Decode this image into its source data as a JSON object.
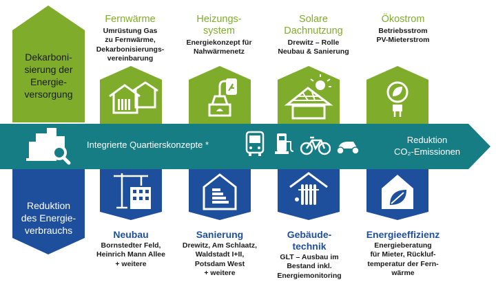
{
  "left_top": {
    "lines": [
      "Dekarboni-",
      "sierung der",
      "Energie-",
      "versorgung"
    ]
  },
  "left_bottom": {
    "lines": [
      "Reduktion",
      "des Energie-",
      "verbrauchs"
    ]
  },
  "band": {
    "text": "Integrierte Quartierskonzepte *",
    "right_lines": [
      "Reduktion",
      "CO₂-Emissionen"
    ]
  },
  "top_items": [
    {
      "title_lines": [
        "Fernwärme"
      ],
      "desc_lines": [
        "Umrüstung Gas",
        "zu Fernwärme,",
        "Dekarbonisierungs-",
        "vereinbarung"
      ],
      "icon": "houses-radiator-icon"
    },
    {
      "title_lines": [
        "Heizungs-",
        "system"
      ],
      "desc_lines": [
        "Energiekonzept für",
        "Nahwärmenetz"
      ],
      "icon": "heating-system-icon"
    },
    {
      "title_lines": [
        "Solare",
        "Dachnutzung"
      ],
      "desc_lines": [
        "Drewitz – Rolle",
        "Neubau & Sanierung"
      ],
      "icon": "solar-roof-icon"
    },
    {
      "title_lines": [
        "Ökostrom"
      ],
      "desc_lines": [
        "Betriebsstrom",
        "PV-Mieterstrom"
      ],
      "icon": "green-power-plug-icon"
    }
  ],
  "bottom_items": [
    {
      "title_lines": [
        "Neubau"
      ],
      "desc_lines": [
        "Bornstedter Feld,",
        "Heinrich Mann Allee",
        "+ weitere"
      ],
      "icon": "construction-crane-icon"
    },
    {
      "title_lines": [
        "Sanierung"
      ],
      "desc_lines": [
        "Drewitz, Am Schlaatz,",
        "Waldstadt I+II,",
        "Potsdam West",
        "+ weitere"
      ],
      "icon": "energy-label-house-icon"
    },
    {
      "title_lines": [
        "Gebäude-",
        "technik"
      ],
      "desc_lines": [
        "GLT – Ausbau im",
        "Bestand inkl.",
        "Energiemonitoring"
      ],
      "icon": "building-tech-icon"
    },
    {
      "title_lines": [
        "Energieeffizienz"
      ],
      "desc_lines": [
        "Energieberatung",
        "für Mieter, Rückluf-",
        "temperatur der Fern-",
        "wärme"
      ],
      "icon": "leaf-house-icon"
    }
  ],
  "colors": {
    "green": "#7fad2b",
    "teal": "#167d84",
    "blue": "#1e4f9c"
  }
}
